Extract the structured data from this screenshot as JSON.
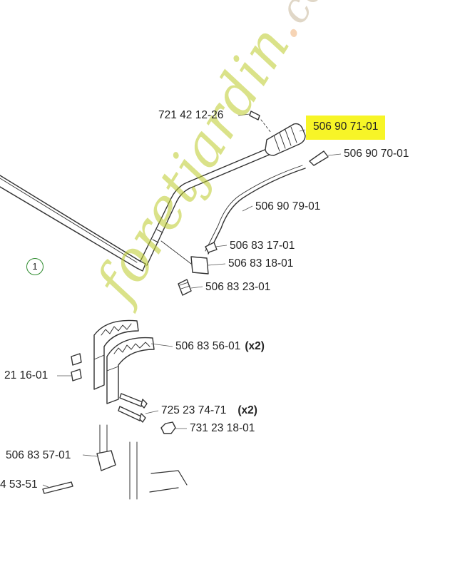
{
  "callout_number": "1",
  "part_labels": {
    "p1": "721 42 12-26",
    "p2": "506 90 71-01",
    "p3": "506 90 70-01",
    "p4": "506 90 79-01",
    "p5": "506 83 17-01",
    "p6": "506 83 18-01",
    "p7": "506 83 23-01",
    "p8": "506 83 56-01",
    "p9": "21 16-01",
    "p10": "725 23 74-71",
    "p11": "731 23 18-01",
    "p12": "506 83 57-01",
    "p13": "4 53-51"
  },
  "quantity_labels": {
    "q8": "(x2)",
    "q10": "(x2)"
  },
  "watermark": {
    "main": "foretjardin",
    "dot": ".",
    "suffix": "com"
  },
  "colors": {
    "highlight": "#f7f527",
    "callout_circle": "#2e8b2e",
    "watermark": "#bccc2a"
  }
}
